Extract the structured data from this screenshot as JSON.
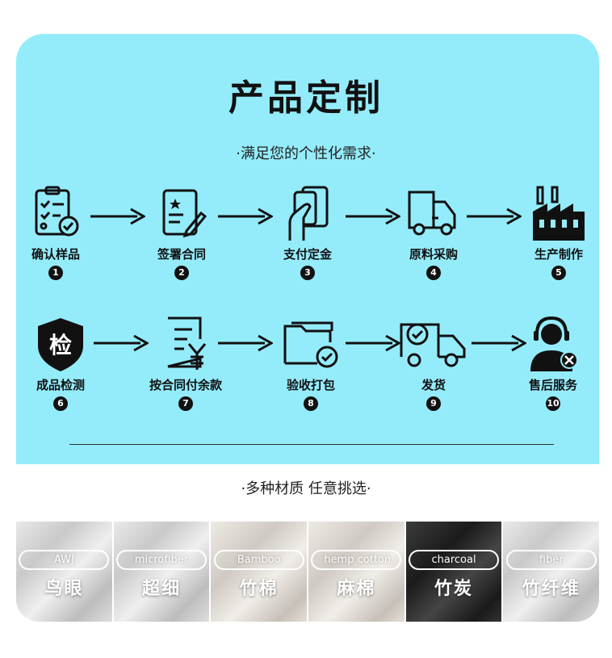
{
  "title": "产品定制",
  "subtitle": "·满足您的个性化需求·",
  "steps": [
    {
      "label": "确认样品",
      "number": "1",
      "icon": "checklist-clipboard-icon"
    },
    {
      "label": "签署合同",
      "number": "2",
      "icon": "contract-sign-icon"
    },
    {
      "label": "支付定金",
      "number": "3",
      "icon": "card-payment-icon"
    },
    {
      "label": "原料采购",
      "number": "4",
      "icon": "delivery-truck-icon"
    },
    {
      "label": "生产制作",
      "number": "5",
      "icon": "factory-icon"
    },
    {
      "label": "成品检测",
      "number": "6",
      "icon": "inspection-shield-icon",
      "badge_text": "检"
    },
    {
      "label": "按合同付余款",
      "number": "7",
      "icon": "invoice-yuan-icon"
    },
    {
      "label": "验收打包",
      "number": "8",
      "icon": "folder-check-icon"
    },
    {
      "label": "发货",
      "number": "9",
      "icon": "shipping-truck-check-icon"
    },
    {
      "label": "售后服务",
      "number": "10",
      "icon": "customer-service-headset-icon"
    }
  ],
  "materials_title": "·多种材质 任意挑选·",
  "materials": [
    {
      "en": "AWJ",
      "cn": "鸟眼"
    },
    {
      "en": "microfiber",
      "cn": "超细"
    },
    {
      "en": "Bamboo",
      "cn": "竹棉"
    },
    {
      "en": "hemp cotton",
      "cn": "麻棉"
    },
    {
      "en": "charcoal",
      "cn": "竹炭"
    },
    {
      "en": "fiber",
      "cn": "竹纤维"
    }
  ],
  "colors": {
    "panel": "#94ecfb",
    "ink": "#111111"
  }
}
